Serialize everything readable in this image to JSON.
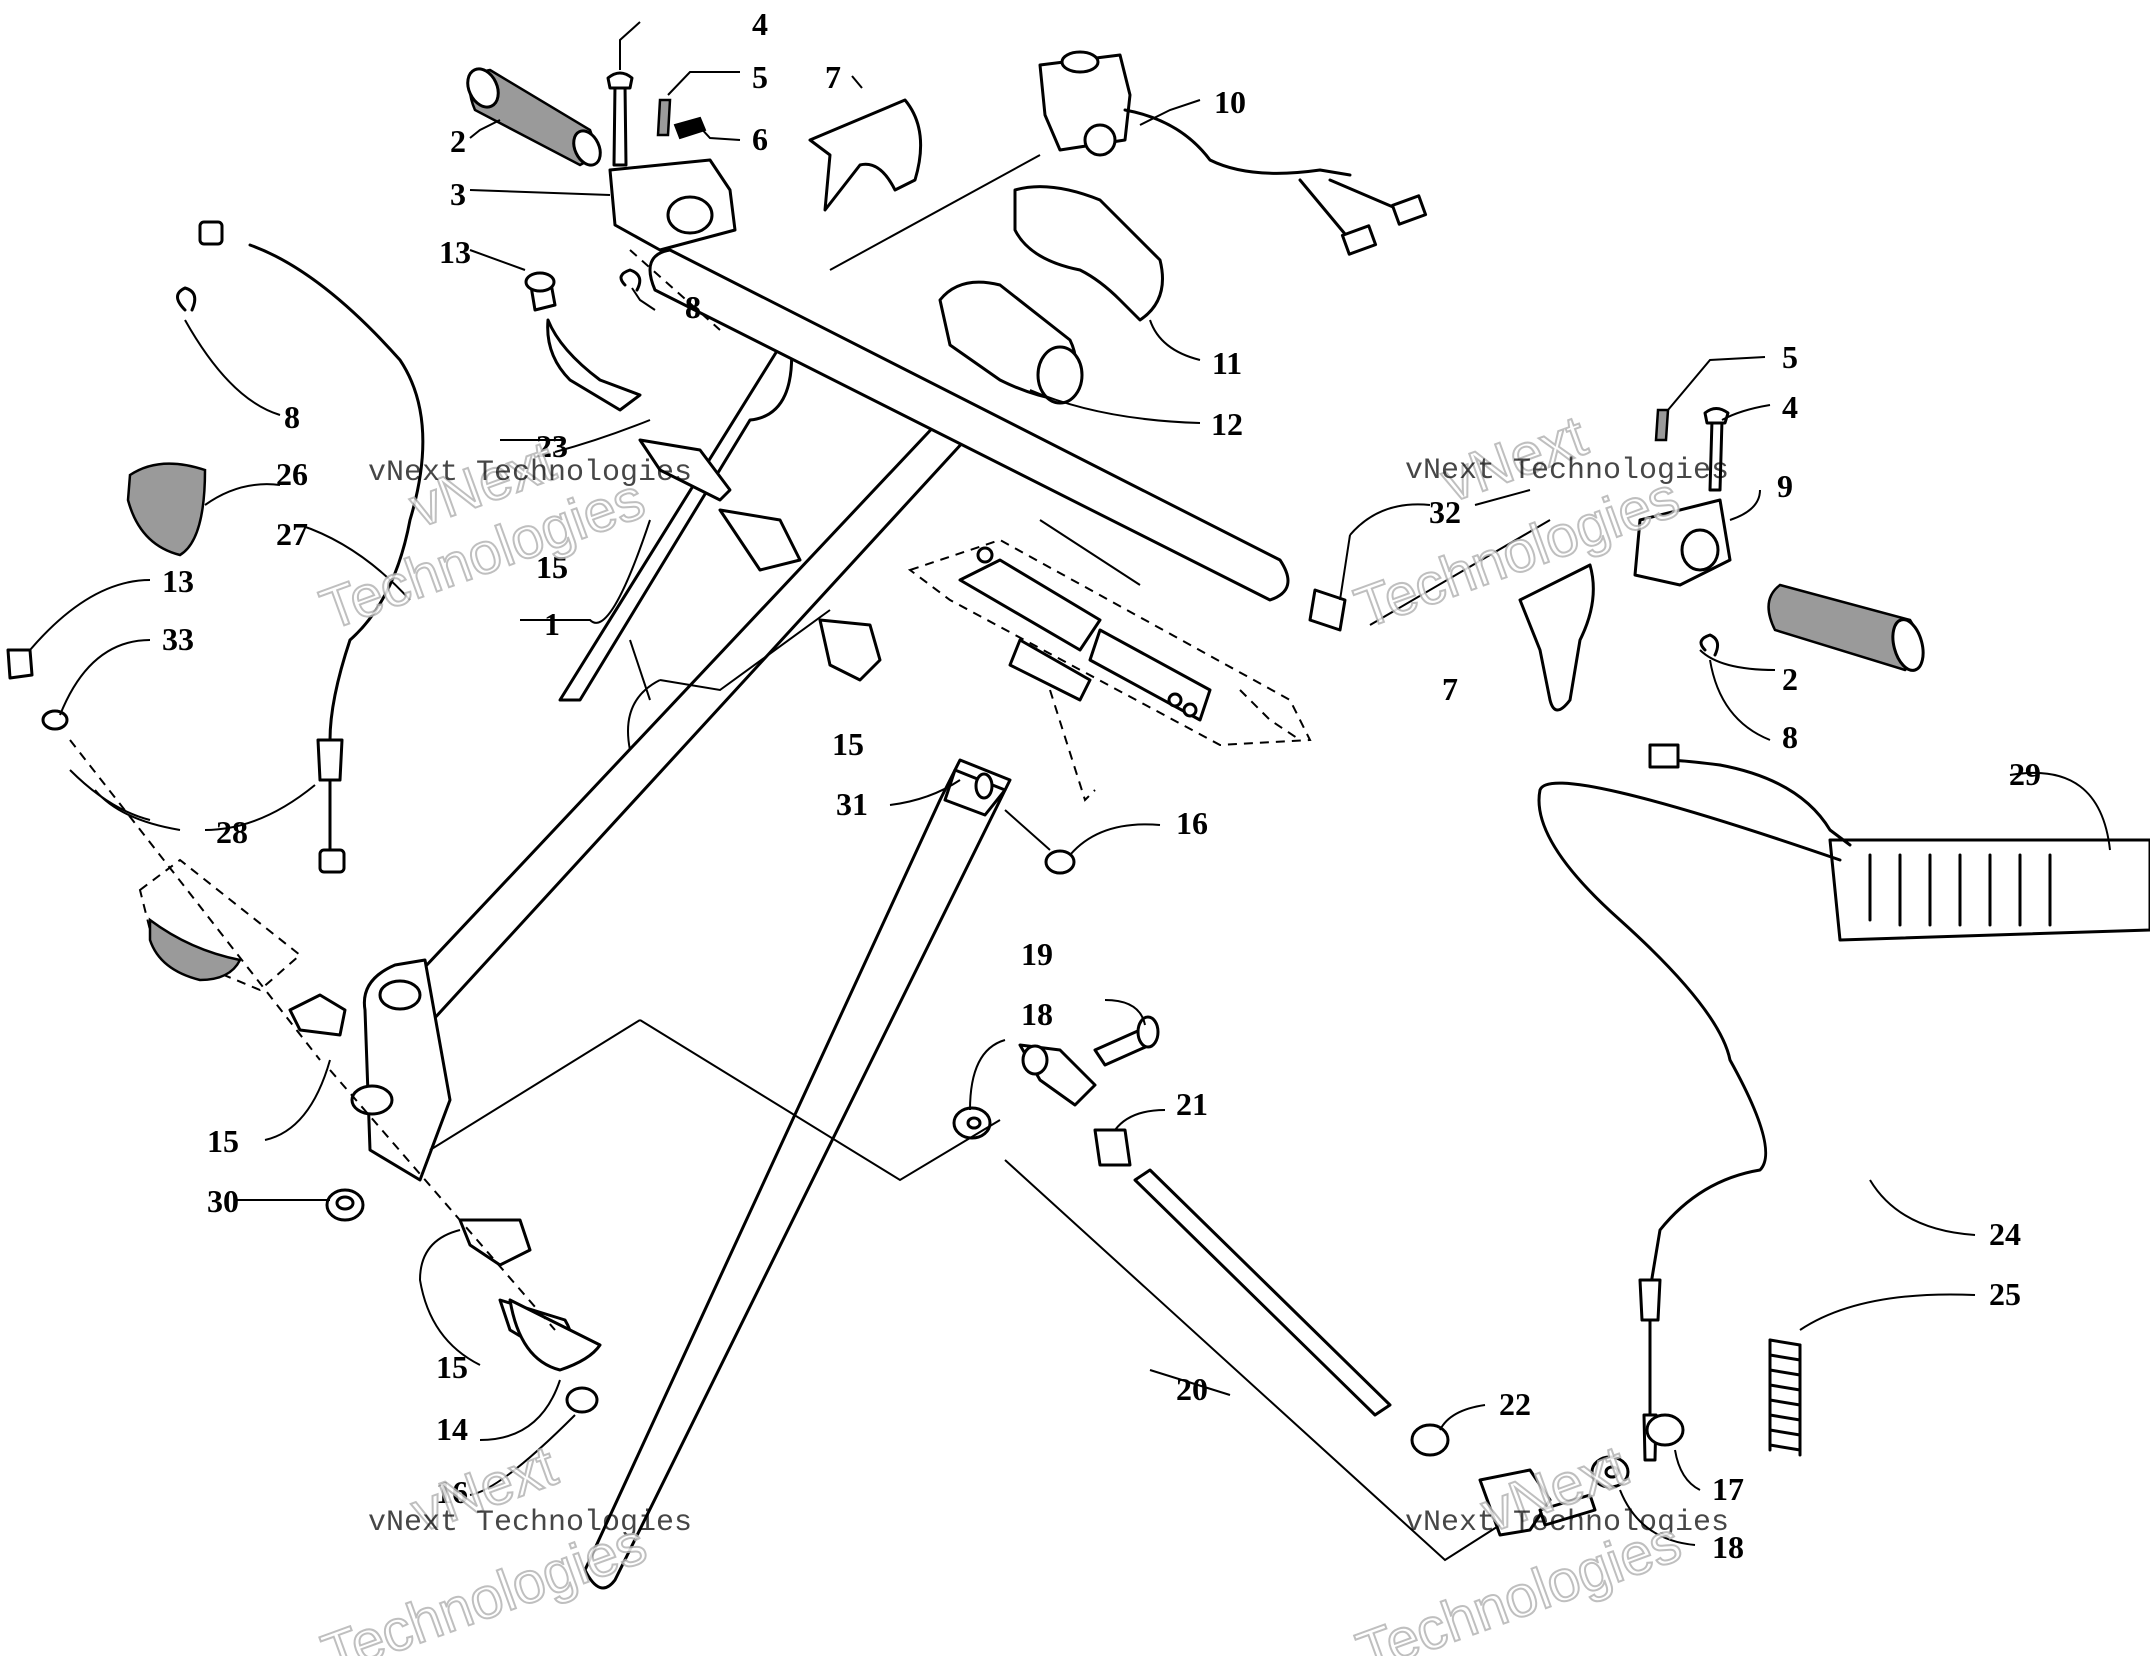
{
  "diagram": {
    "callouts": [
      "1",
      "2",
      "3",
      "4",
      "5",
      "6",
      "7",
      "8",
      "9",
      "10",
      "11",
      "12",
      "13",
      "14",
      "15",
      "16",
      "17",
      "18",
      "19",
      "20",
      "21",
      "22",
      "23",
      "24",
      "25",
      "26",
      "27",
      "28",
      "29",
      "30",
      "31",
      "32",
      "33",
      "2",
      "4",
      "5",
      "7",
      "8",
      "8",
      "8",
      "13",
      "15",
      "15",
      "15",
      "15",
      "16",
      "18"
    ],
    "watermark": {
      "company": "vNext Technologies",
      "word_a": "vNext",
      "word_b": "Technologies"
    }
  }
}
